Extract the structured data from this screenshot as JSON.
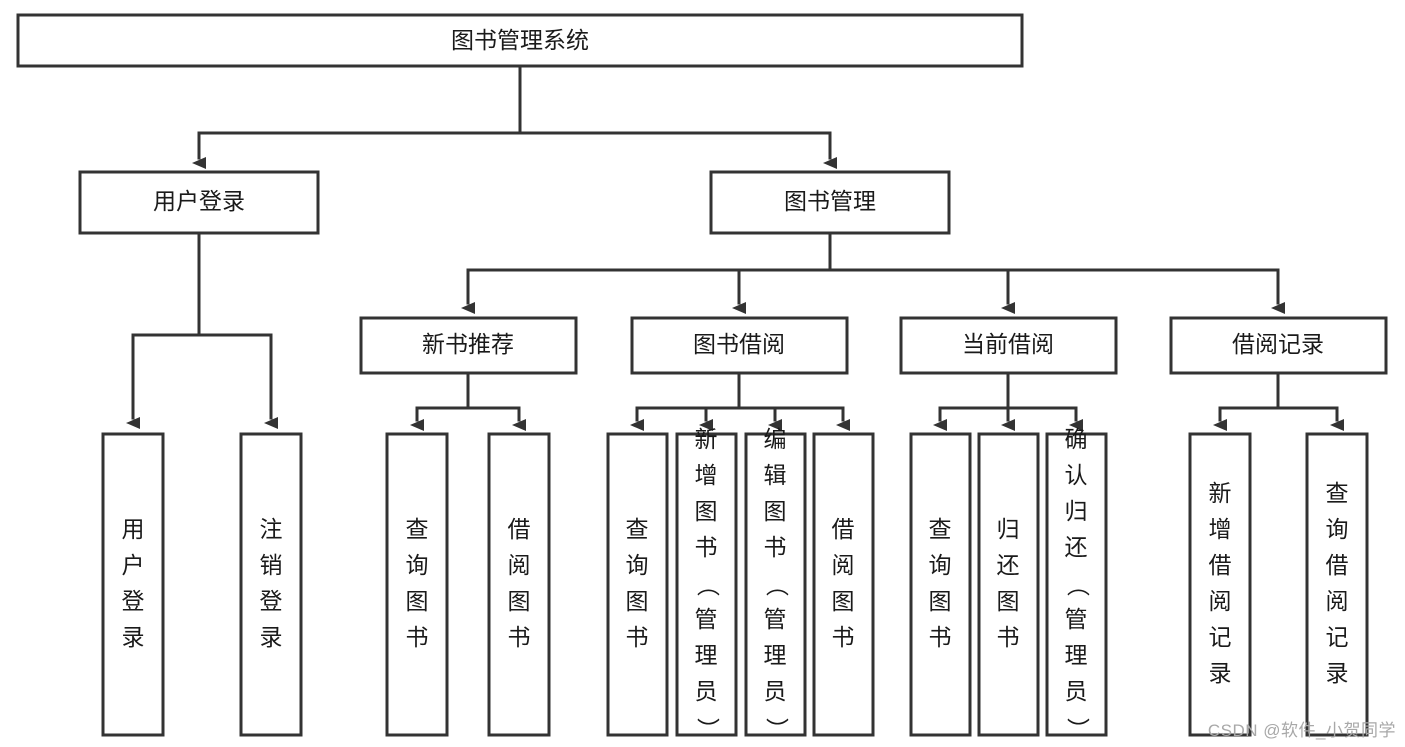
{
  "diagram": {
    "type": "tree-hierarchy-chart",
    "title": "图书管理系统",
    "watermark": "CSDN @软件_小贺同学",
    "colors": {
      "box_stroke": "#333333",
      "box_fill": "#ffffff",
      "connector": "#333333",
      "text": "#1a1a1a",
      "watermark": "#a8a8a8",
      "background": "#ffffff"
    },
    "levels": [
      {
        "level": 1,
        "nodes": [
          {
            "id": "root",
            "label": "图书管理系统",
            "orientation": "horizontal"
          }
        ]
      },
      {
        "level": 2,
        "nodes": [
          {
            "id": "user-login",
            "label": "用户登录",
            "orientation": "horizontal",
            "parent": "root"
          },
          {
            "id": "book-manage",
            "label": "图书管理",
            "orientation": "horizontal",
            "parent": "root"
          }
        ]
      },
      {
        "level": 3,
        "nodes": [
          {
            "id": "new-book-rec",
            "label": "新书推荐",
            "orientation": "horizontal",
            "parent": "book-manage"
          },
          {
            "id": "book-borrow",
            "label": "图书借阅",
            "orientation": "horizontal",
            "parent": "book-manage"
          },
          {
            "id": "current-borrow",
            "label": "当前借阅",
            "orientation": "horizontal",
            "parent": "book-manage"
          },
          {
            "id": "borrow-record",
            "label": "借阅记录",
            "orientation": "horizontal",
            "parent": "book-manage"
          }
        ]
      },
      {
        "level": 4,
        "nodes": [
          {
            "id": "leaf-user-login",
            "label": "用户登录",
            "orientation": "vertical",
            "parent": "user-login"
          },
          {
            "id": "leaf-logout",
            "label": "注销登录",
            "orientation": "vertical",
            "parent": "user-login"
          },
          {
            "id": "leaf-query-book-1",
            "label": "查询图书",
            "orientation": "vertical",
            "parent": "new-book-rec"
          },
          {
            "id": "leaf-borrow-book-1",
            "label": "借阅图书",
            "orientation": "vertical",
            "parent": "new-book-rec"
          },
          {
            "id": "leaf-query-book-2",
            "label": "查询图书",
            "orientation": "vertical",
            "parent": "book-borrow"
          },
          {
            "id": "leaf-add-book",
            "label": "新增图书（管理员）",
            "orientation": "vertical",
            "parent": "book-borrow"
          },
          {
            "id": "leaf-edit-book",
            "label": "编辑图书（管理员）",
            "orientation": "vertical",
            "parent": "book-borrow"
          },
          {
            "id": "leaf-borrow-book-2",
            "label": "借阅图书",
            "orientation": "vertical",
            "parent": "book-borrow"
          },
          {
            "id": "leaf-query-book-3",
            "label": "查询图书",
            "orientation": "vertical",
            "parent": "current-borrow"
          },
          {
            "id": "leaf-return-book",
            "label": "归还图书",
            "orientation": "vertical",
            "parent": "current-borrow"
          },
          {
            "id": "leaf-confirm-return",
            "label": "确认归还（管理员）",
            "orientation": "vertical",
            "parent": "current-borrow"
          },
          {
            "id": "leaf-add-record",
            "label": "新增借阅记录",
            "orientation": "vertical",
            "parent": "borrow-record"
          },
          {
            "id": "leaf-query-record",
            "label": "查询借阅记录",
            "orientation": "vertical",
            "parent": "borrow-record"
          }
        ]
      }
    ],
    "labels": {
      "root": "图书管理系统",
      "user_login": "用户登录",
      "book_manage": "图书管理",
      "new_book_rec": "新书推荐",
      "book_borrow": "图书借阅",
      "current_borrow": "当前借阅",
      "borrow_record": "借阅记录",
      "leaf_user_login": "用户登录",
      "leaf_logout": "注销登录",
      "leaf_query_book_1": "查询图书",
      "leaf_borrow_book_1": "借阅图书",
      "leaf_query_book_2": "查询图书",
      "leaf_add_book": "新增图书（管理员）",
      "leaf_edit_book": "编辑图书（管理员）",
      "leaf_borrow_book_2": "借阅图书",
      "leaf_query_book_3": "查询图书",
      "leaf_return_book": "归还图书",
      "leaf_confirm_return": "确认归还（管理员）",
      "leaf_add_record": "新增借阅记录",
      "leaf_query_record": "查询借阅记录"
    }
  }
}
